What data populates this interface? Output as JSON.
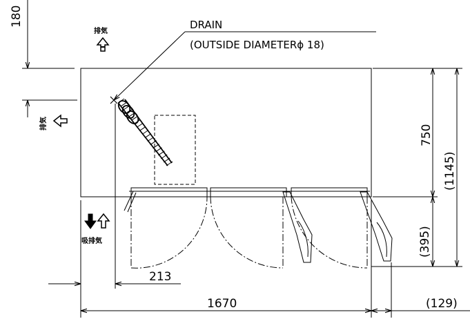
{
  "drain": {
    "label": "DRAIN",
    "spec": "(OUTSIDE DIAMETERϕ 18)"
  },
  "airflow": {
    "exhaust_top": "排気",
    "exhaust_left": "排気",
    "intake_exhaust": "吸排気"
  },
  "dimensions": {
    "top_clearance": "180",
    "depth": "750",
    "total_depth": "(1145)",
    "door_swing": "(395)",
    "drain_offset": "213",
    "width": "1670",
    "right_clearance": "(129)"
  }
}
